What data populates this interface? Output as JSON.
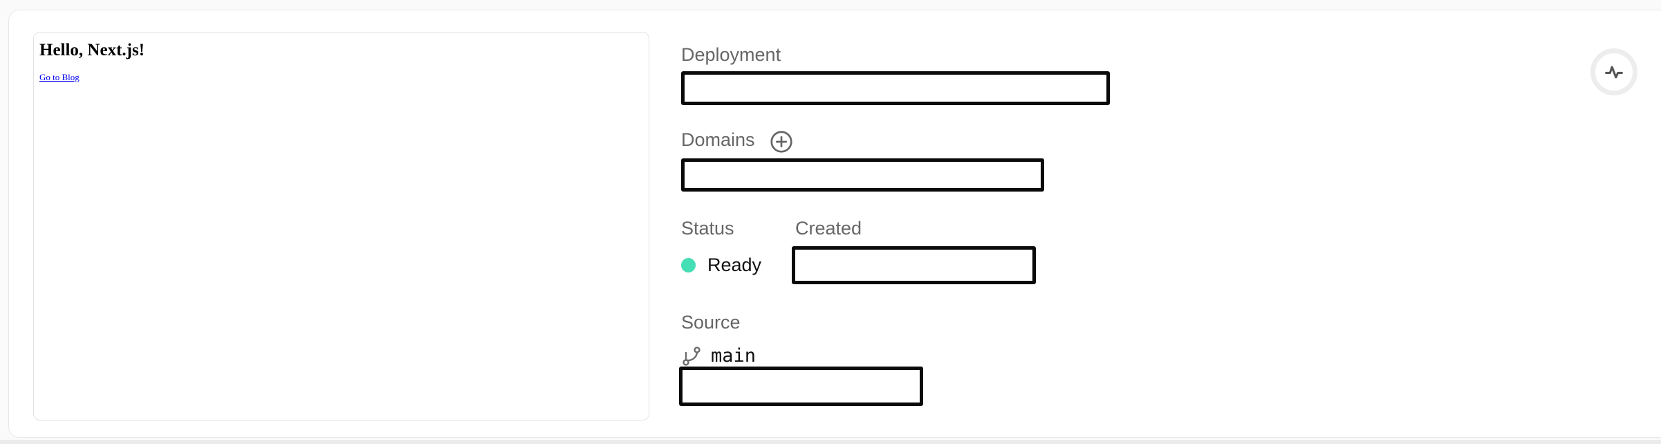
{
  "preview": {
    "heading": "Hello, Next.js!",
    "link_label": "Go to Blog"
  },
  "panel": {
    "deployment_label": "Deployment",
    "domains_label": "Domains",
    "status_label": "Status",
    "created_label": "Created",
    "status_value": "Ready",
    "source_label": "Source",
    "branch_name": "main"
  },
  "icons": {
    "add_domain": "plus-circle-icon",
    "source_branch": "git-branch-icon",
    "activity": "activity-pulse-icon"
  },
  "colors": {
    "status_ready_dot": "#45deb5",
    "redaction_border": "#0a0a0a",
    "label_gray": "#666666",
    "link_blue": "#0000ee"
  }
}
